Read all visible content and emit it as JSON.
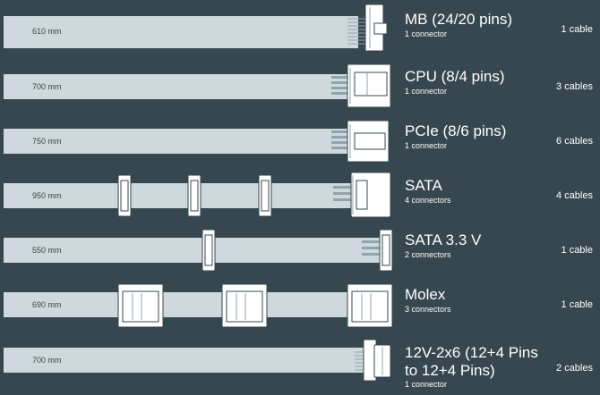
{
  "cables": [
    {
      "length": "610 mm",
      "name": "MB (24/20 pins)",
      "connectors": "1 connector",
      "count": "1 cable",
      "connector_icon": "mb-24pin-connector"
    },
    {
      "length": "700 mm",
      "name": "CPU (8/4 pins)",
      "connectors": "1 connector",
      "count": "3 cables",
      "connector_icon": "cpu-8pin-connector"
    },
    {
      "length": "750 mm",
      "name": "PCIe (8/6 pins)",
      "connectors": "1 connector",
      "count": "6 cables",
      "connector_icon": "pcie-8pin-connector"
    },
    {
      "length": "950 mm",
      "name": "SATA",
      "connectors": "4 connectors",
      "count": "4 cables",
      "connector_icon": "sata-connector"
    },
    {
      "length": "550 mm",
      "name": "SATA 3.3 V",
      "connectors": "2 connectors",
      "count": "1 cable",
      "connector_icon": "sata-connector"
    },
    {
      "length": "690 mm",
      "name": "Molex",
      "connectors": "3 connectors",
      "count": "1 cable",
      "connector_icon": "molex-connector"
    },
    {
      "length": "700 mm",
      "name": "12V-2x6 (12+4 Pins to 12+4 Pins)",
      "name_line1": "12V-2x6 (12+4 Pins",
      "name_line2": "to 12+4 Pins)",
      "connectors": "1 connector",
      "count": "2 cables",
      "connector_icon": "12v-2x6-connector"
    }
  ],
  "colors": {
    "background": "#37474f",
    "cable": "#cfd8dc",
    "plug": "#ffffff",
    "pin": "#90a4ae"
  }
}
